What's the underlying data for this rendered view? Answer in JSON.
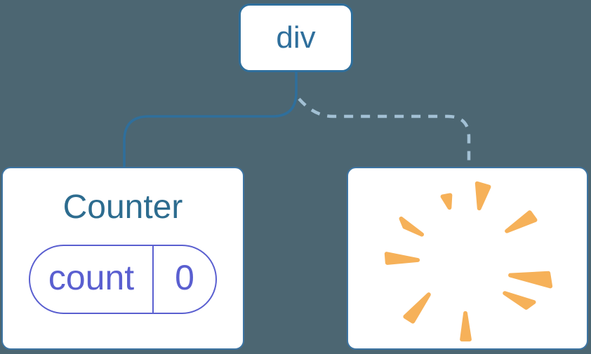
{
  "diagram": {
    "kind": "component-tree",
    "root_node": {
      "label": "div"
    },
    "counter_card": {
      "title": "Counter",
      "state_pill": {
        "key": "count",
        "value": "0"
      }
    },
    "removed_card": {
      "icon": "poof-starburst-icon"
    },
    "connectors": [
      {
        "from": "div",
        "to": "Counter",
        "style": "solid"
      },
      {
        "from": "div",
        "to": "removed-slot",
        "style": "dashed"
      }
    ]
  },
  "colors": {
    "background": "#4C6672",
    "node_blue": "#2F6F9C",
    "counter_title": "#2D6C8F",
    "dashed_line": "#A2C0D4",
    "state_purple": "#5A5FD0",
    "poof_orange": "#F6B159",
    "card_border": "#3D74A2",
    "card_bg": "#FFFFFF"
  }
}
